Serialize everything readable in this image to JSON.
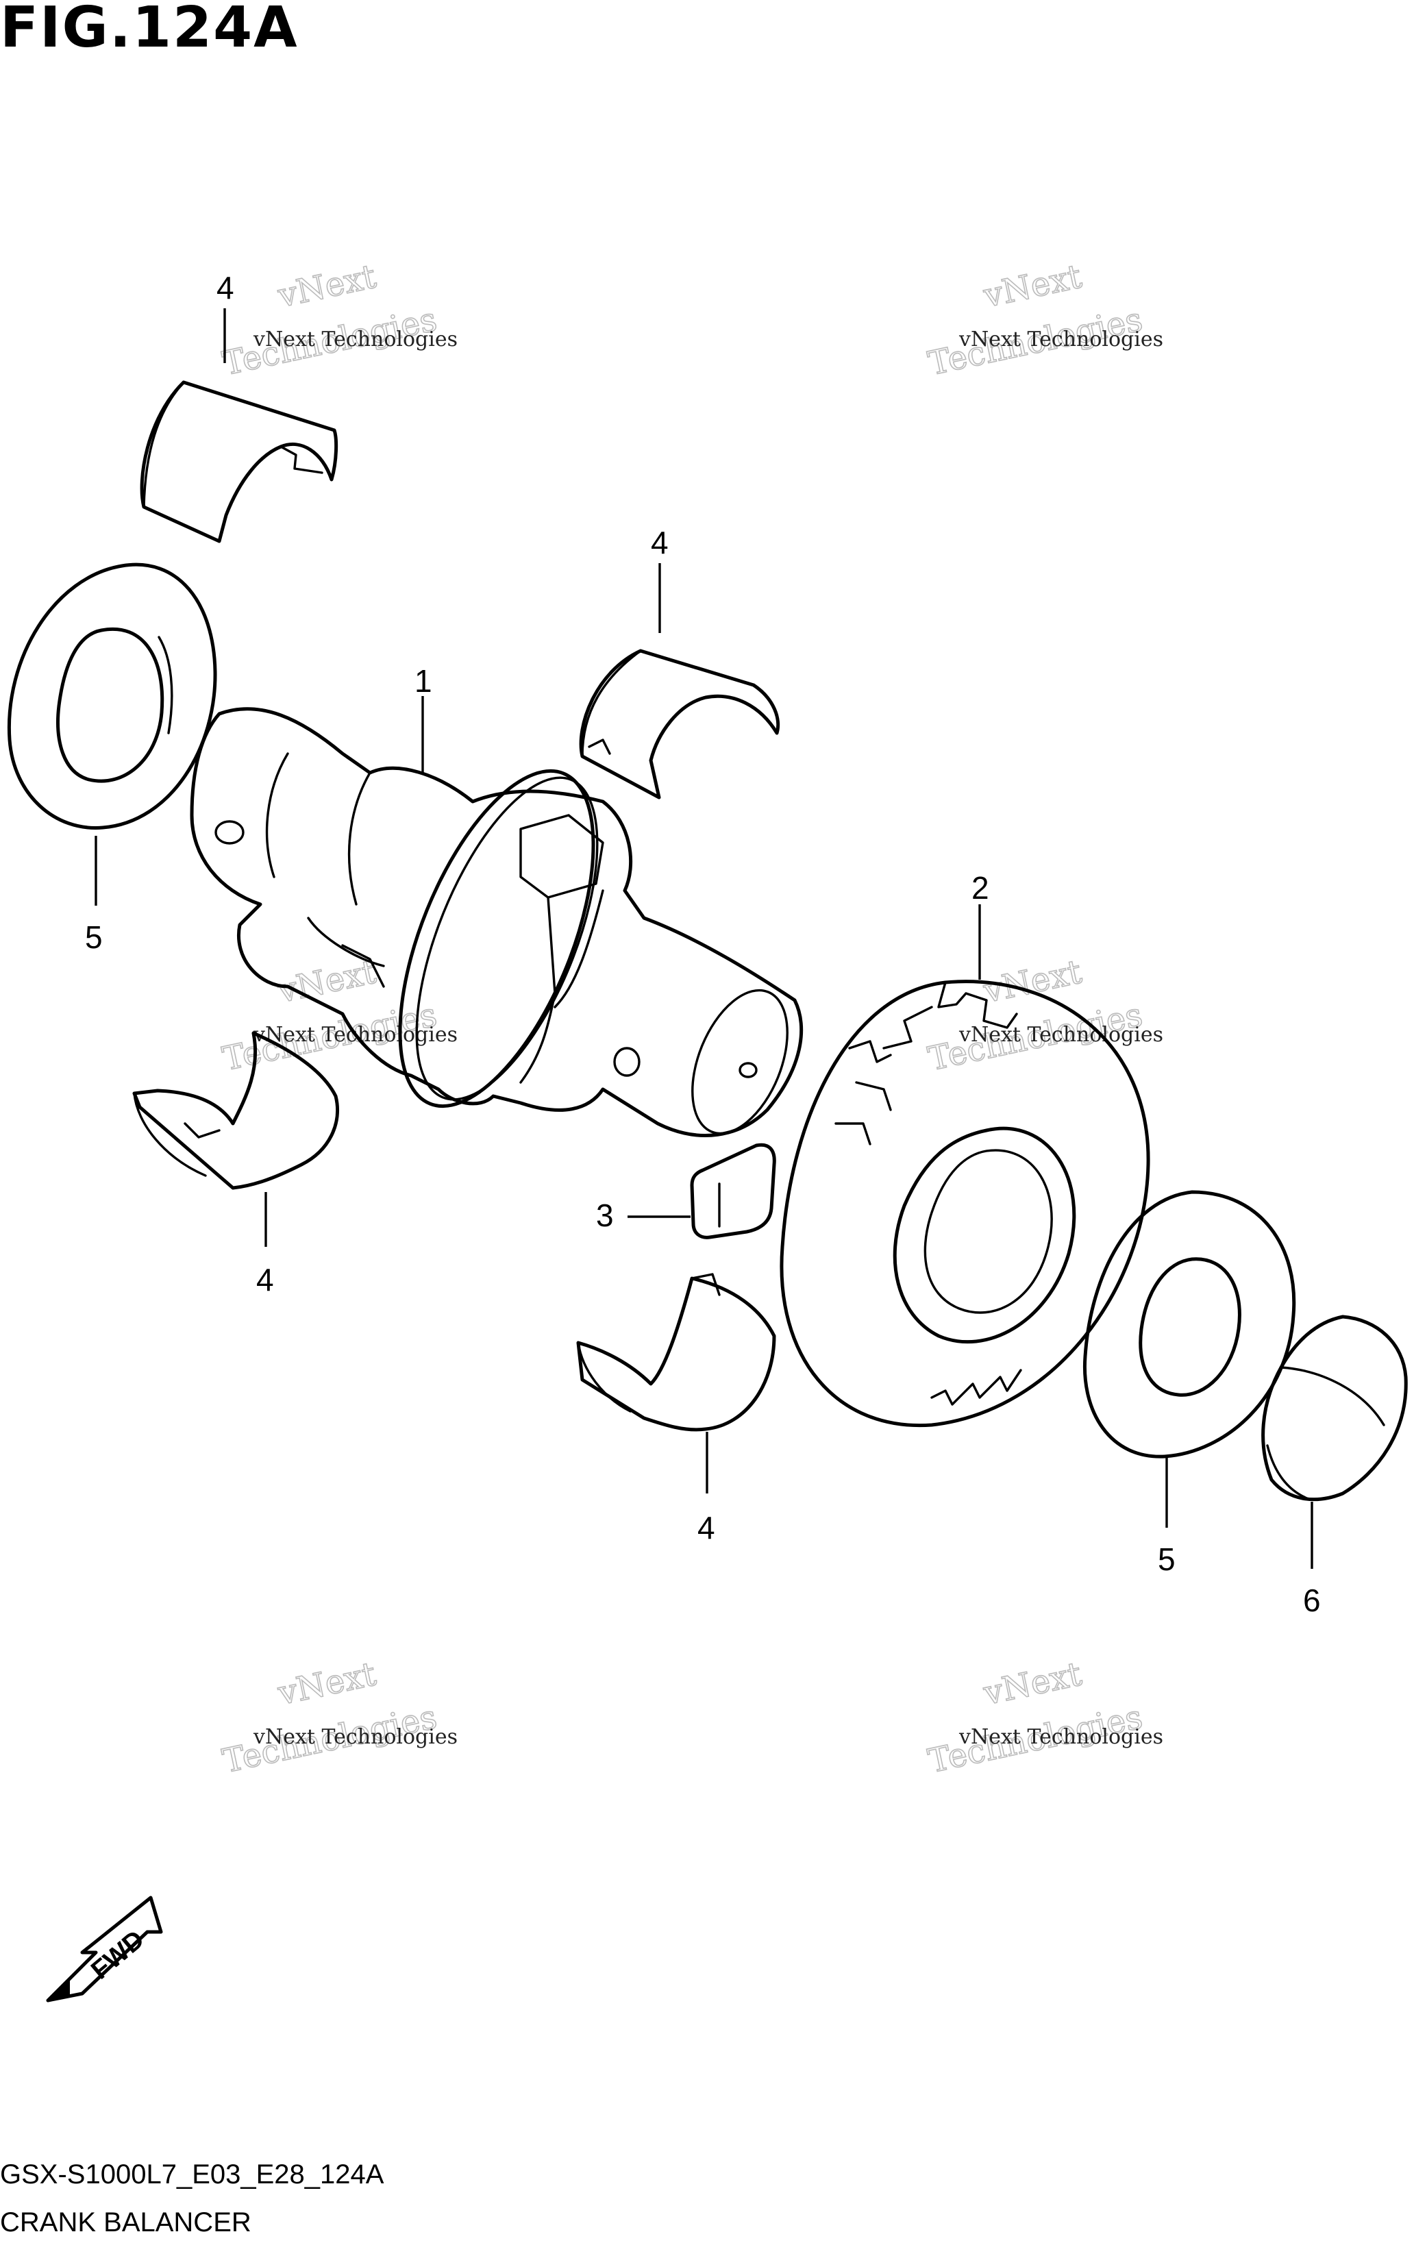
{
  "figure": {
    "title": "FIG.124A",
    "code": "GSX-S1000L7_E03_E28_124A",
    "name": "CRANK BALANCER"
  },
  "callouts": [
    {
      "id": "4a",
      "label": "4"
    },
    {
      "id": "4b",
      "label": "4"
    },
    {
      "id": "1",
      "label": "1"
    },
    {
      "id": "5a",
      "label": "5"
    },
    {
      "id": "2",
      "label": "2"
    },
    {
      "id": "3",
      "label": "3"
    },
    {
      "id": "4c",
      "label": "4"
    },
    {
      "id": "4d",
      "label": "4"
    },
    {
      "id": "5b",
      "label": "5"
    },
    {
      "id": "6",
      "label": "6"
    }
  ],
  "watermark": {
    "small": "vNext Technologies",
    "line1": "vNext",
    "line2": "Technologies"
  },
  "fwd": {
    "label": "FWD"
  }
}
